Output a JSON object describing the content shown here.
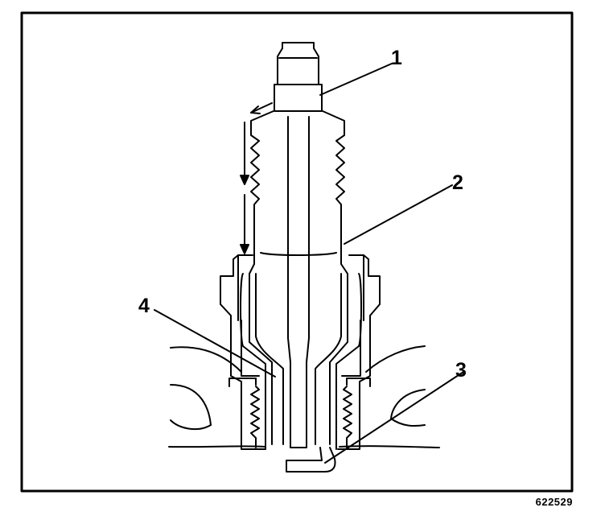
{
  "diagram": {
    "callouts": [
      {
        "label": "1"
      },
      {
        "label": "2"
      },
      {
        "label": "3"
      },
      {
        "label": "4"
      }
    ],
    "figure_id": "622529",
    "colors": {
      "ink": "#000000",
      "background": "#ffffff"
    }
  }
}
